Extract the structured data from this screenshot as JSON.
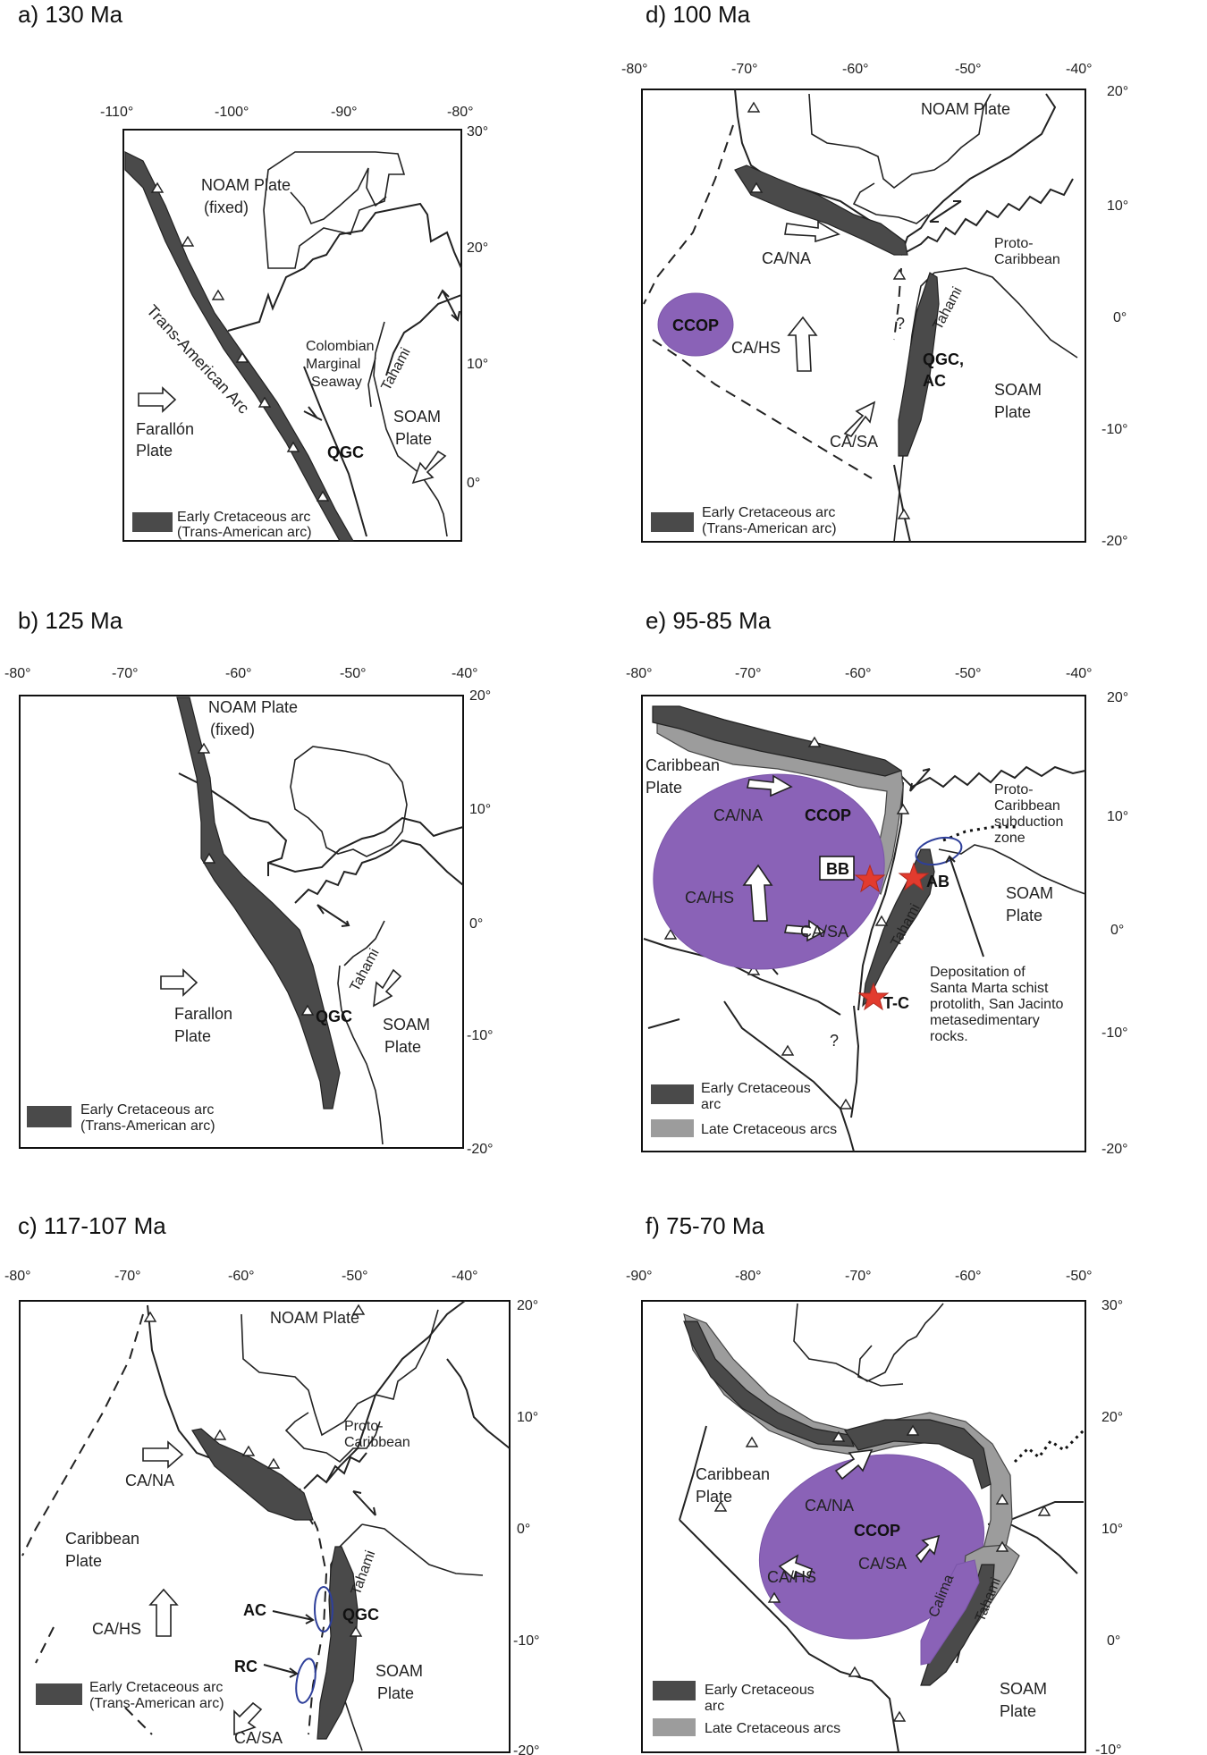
{
  "panels": {
    "a": {
      "title": "a) 130 Ma",
      "xticks": [
        "-110°",
        "-100°",
        "-90°",
        "-80°"
      ],
      "yticks": [
        "30°",
        "20°",
        "10°",
        "0°"
      ],
      "noam": "NOAM Plate",
      "noam_fixed": "(fixed)",
      "trans_american": "Trans-American Arc",
      "cms1": "Colombian",
      "cms2": "Marginal",
      "cms3": "Seaway",
      "tahami": "Tahami",
      "farallon1": "Farallón",
      "farallon2": "Plate",
      "qgc": "QGC",
      "soam1": "SOAM",
      "soam2": "Plate",
      "legend1": "Early Cretaceous arc",
      "legend2": "(Trans-American arc)"
    },
    "b": {
      "title": "b) 125 Ma",
      "xticks": [
        "-80°",
        "-70°",
        "-60°",
        "-50°",
        "-40°"
      ],
      "yticks": [
        "20°",
        "10°",
        "0°",
        "-10°",
        "-20°"
      ],
      "noam": "NOAM Plate",
      "noam_fixed": "(fixed)",
      "tahami": "Tahami",
      "farallon1": "Farallon",
      "farallon2": "Plate",
      "qgc": "QGC",
      "soam1": "SOAM",
      "soam2": "Plate",
      "legend1": "Early Cretaceous arc",
      "legend2": "(Trans-American arc)"
    },
    "c": {
      "title": "c) 117-107 Ma",
      "xticks": [
        "-80°",
        "-70°",
        "-60°",
        "-50°",
        "-40°"
      ],
      "yticks": [
        "20°",
        "10°",
        "0°",
        "-10°",
        "-20°"
      ],
      "noam": "NOAM Plate",
      "proto1": "Proto-",
      "proto2": "Caribbean",
      "cana": "CA/NA",
      "carib1": "Caribbean",
      "carib2": "Plate",
      "cahs": "CA/HS",
      "ac": "AC",
      "rc": "RC",
      "qgc": "QGC",
      "tahami": "Tahami",
      "soam1": "SOAM",
      "soam2": "Plate",
      "casa": "CA/SA",
      "legend1": "Early Cretaceous arc",
      "legend2": "(Trans-American arc)"
    },
    "d": {
      "title": "d) 100 Ma",
      "xticks": [
        "-80°",
        "-70°",
        "-60°",
        "-50°",
        "-40°"
      ],
      "yticks": [
        "20°",
        "10°",
        "0°",
        "-10°",
        "-20°"
      ],
      "noam": "NOAM Plate",
      "proto1": "Proto-",
      "proto2": "Caribbean",
      "cana": "CA/NA",
      "ccop": "CCOP",
      "cahs": "CA/HS",
      "q": "?",
      "tahami": "Tahami",
      "qgc": "QGC,",
      "ac": "AC",
      "soam1": "SOAM",
      "soam2": "Plate",
      "casa": "CA/SA",
      "legend1": "Early Cretaceous arc",
      "legend2": "(Trans-American arc)"
    },
    "e": {
      "title": "e) 95-85 Ma",
      "xticks": [
        "-80°",
        "-70°",
        "-60°",
        "-50°",
        "-40°"
      ],
      "yticks": [
        "20°",
        "10°",
        "0°",
        "-10°",
        "-20°"
      ],
      "carib1": "Caribbean",
      "carib2": "Plate",
      "cana": "CA/NA",
      "ccop": "CCOP",
      "bb": "BB",
      "ab": "AB",
      "cahs": "CA/HS",
      "casa": "CA/SA",
      "proto1": "Proto-",
      "proto2": "Caribbean",
      "proto3": "subduction",
      "proto4": "zone",
      "soam1": "SOAM",
      "soam2": "Plate",
      "tahami": "Tahami",
      "tc": "T-C",
      "q": "?",
      "dep1": "Depositation of",
      "dep2": "Santa Marta schist",
      "dep3": "protolith, San Jacinto",
      "dep4": "metasedimentary",
      "dep5": "rocks.",
      "legend1a": "Early Cretaceous",
      "legend1b": "arc",
      "legend2": "Late Cretaceous arcs"
    },
    "f": {
      "title": "f) 75-70 Ma",
      "xticks": [
        "-90°",
        "-80°",
        "-70°",
        "-60°",
        "-50°"
      ],
      "yticks": [
        "30°",
        "20°",
        "10°",
        "0°",
        "-10°"
      ],
      "carib1": "Caribbean",
      "carib2": "Plate",
      "cana": "CA/NA",
      "ccop": "CCOP",
      "cahs": "CA/HS",
      "casa": "CA/SA",
      "calima": "Calima",
      "tahami": "Tahami",
      "soam1": "SOAM",
      "soam2": "Plate",
      "legend1a": "Early Cretaceous",
      "legend1b": "arc",
      "legend2": "Late Cretaceous arcs"
    }
  },
  "colors": {
    "early_arc": "#4a4a4a",
    "late_arc": "#9c9c9c",
    "ccop": "#8a62b7",
    "star": "#e23b2e",
    "ellipse": "#2e3f9a"
  }
}
